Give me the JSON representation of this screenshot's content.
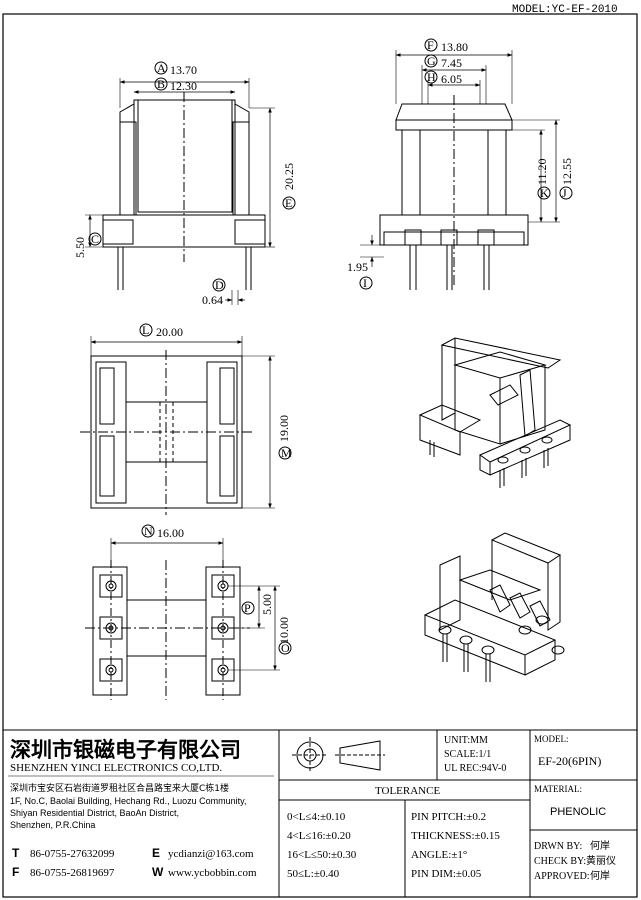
{
  "model_header": "MODEL:YC-EF-2010",
  "dims": {
    "A": {
      "tag": "A",
      "value": "13.70"
    },
    "B": {
      "tag": "B",
      "value": "12.30"
    },
    "C": {
      "tag": "C",
      "value": "5.50"
    },
    "D": {
      "tag": "D",
      "value": "0.64"
    },
    "E": {
      "tag": "E",
      "value": "20.25"
    },
    "F": {
      "tag": "F",
      "value": "13.80"
    },
    "G": {
      "tag": "G",
      "value": "7.45"
    },
    "H": {
      "tag": "H",
      "value": "6.05"
    },
    "I": {
      "tag": "I",
      "value": "1.95"
    },
    "J": {
      "tag": "J",
      "value": "12.55"
    },
    "K": {
      "tag": "K",
      "value": "11.20"
    },
    "L": {
      "tag": "L",
      "value": "20.00"
    },
    "M": {
      "tag": "M",
      "value": "19.00"
    },
    "N": {
      "tag": "N",
      "value": "16.00"
    },
    "O": {
      "tag": "O",
      "value": "10.00"
    },
    "P": {
      "tag": "P",
      "value": "5.00"
    }
  },
  "title_block": {
    "company_cn": "深圳市银磁电子有限公司",
    "company_en": "SHENZHEN YINCI ELECTRONICS CO,LTD.",
    "address_cn": "深圳市宝安区石岩街道罗租社区合昌路宝来大厦C栋1楼",
    "address_en_1": "1F, No.C, Baolai Building, Hechang Rd., Luozu Community,",
    "address_en_2": "Shiyan Residential District, BaoAn District,",
    "address_en_3": "Shenzhen, P.R.China",
    "tel_label": "T",
    "tel": "86-0755-27632099",
    "fax_label": "F",
    "fax": "86-0755-26819697",
    "email_label": "E",
    "email": "ycdianzi@163.com",
    "web_label": "W",
    "web": "www.ycbobbin.com",
    "unit": "UNIT:MM",
    "scale": "SCALE:1/1",
    "ul_rec": "UL REC:94V-0",
    "model_label": "MODEL:",
    "model_value": "EF-20(6PIN)",
    "material_label": "MATERIAL:",
    "material_value": "PHENOLIC",
    "tolerance_title": "TOLERANCE",
    "tol": [
      "0<L≤4:±0.10",
      "4<L≤16:±0.20",
      "16<L≤50:±0.30",
      "50≤L:±0.40"
    ],
    "tol2": [
      "PIN PITCH:±0.2",
      "THICKNESS:±0.15",
      "ANGLE:±1°",
      "PIN DIM:±0.05"
    ],
    "drwn": "DRWN BY:",
    "drwn_name": "何岸",
    "check": "CHECK BY:",
    "check_name": "黄丽仪",
    "approved": "APPROVED:",
    "approved_name": "何岸"
  }
}
